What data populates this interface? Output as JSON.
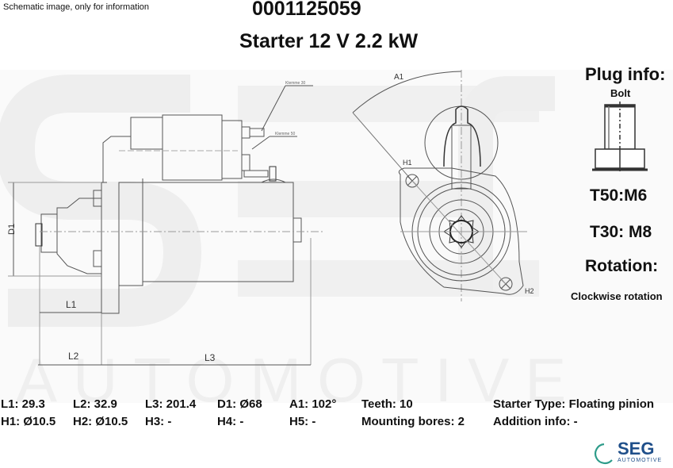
{
  "header": {
    "disclaimer": "Schematic image, only for information",
    "part_number": "0001125059",
    "title": "Starter 12 V 2.2 kW"
  },
  "drawing": {
    "side_view_labels": {
      "terminal_30": "Klemme 30",
      "terminal_50": "Klemme 50",
      "d1": "D1",
      "l1": "L1",
      "l2": "L2",
      "l3": "L3"
    },
    "front_view_labels": {
      "a1": "A1",
      "h1": "H1",
      "h2": "H2"
    }
  },
  "plug_info": {
    "title": "Plug info:",
    "type": "Bolt",
    "icon": "bolt-icon",
    "t50": "T50:M6",
    "t30": "T30: M8",
    "rotation_label": "Rotation:",
    "rotation_value": "Clockwise rotation"
  },
  "specs": {
    "row1": [
      {
        "key": "l1",
        "text": "L1: 29.3"
      },
      {
        "key": "l2",
        "text": "L2: 32.9"
      },
      {
        "key": "l3",
        "text": "L3: 201.4"
      },
      {
        "key": "d1",
        "text": "D1: Ø68"
      },
      {
        "key": "a1",
        "text": "A1: 102°"
      },
      {
        "key": "teeth",
        "text": "Teeth: 10"
      },
      {
        "key": "starter_type",
        "text": "Starter Type:  Floating pinion"
      }
    ],
    "row2": [
      {
        "key": "h1",
        "text": "H1: Ø10.5"
      },
      {
        "key": "h2",
        "text": "H2: Ø10.5"
      },
      {
        "key": "h3",
        "text": "H3: -"
      },
      {
        "key": "h4",
        "text": "H4: -"
      },
      {
        "key": "h5",
        "text": "H5: -"
      },
      {
        "key": "mounting_bores",
        "text": "Mounting bores: 2"
      },
      {
        "key": "addition_info",
        "text": "Addition info: -"
      }
    ]
  },
  "logo": {
    "brand": "SEG",
    "sub": "AUTOMOTIVE",
    "brand_color": "#1f4f8a",
    "ring_color": "#2e9c8a"
  },
  "watermark": {
    "text": "AUTOMOTIVE",
    "color": "#f1f1f1"
  }
}
